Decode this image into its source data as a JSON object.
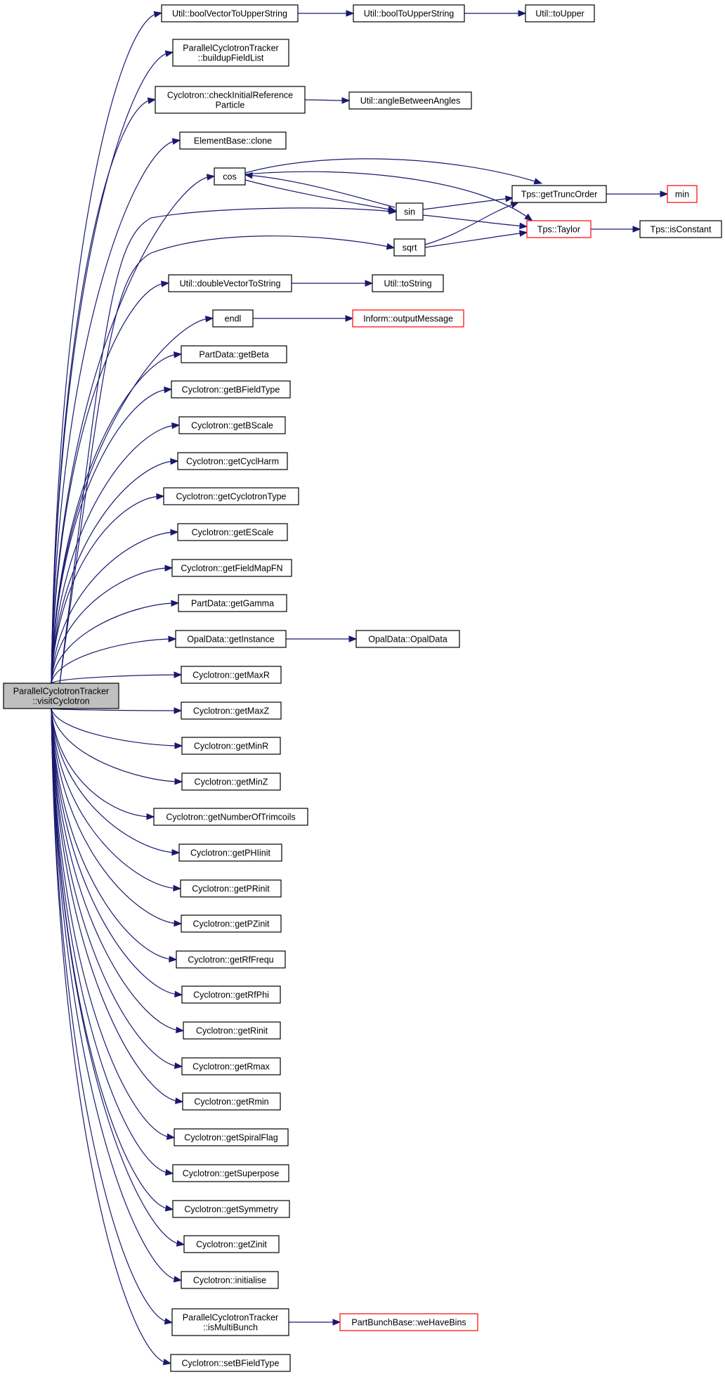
{
  "graph": {
    "colors": {
      "edge": "#191970",
      "node_border": "#000000",
      "node_border_truncated": "#ff0000",
      "node_fill": "#ffffff",
      "root_fill": "#bfbfbf"
    },
    "nodes": [
      {
        "id": "root",
        "lines": [
          "ParallelCyclotronTracker",
          "::visitCyclotron"
        ],
        "root": true
      },
      {
        "id": "bvtus",
        "lines": [
          "Util::boolVectorToUpperString"
        ]
      },
      {
        "id": "btus",
        "lines": [
          "Util::boolToUpperString"
        ]
      },
      {
        "id": "toupper",
        "lines": [
          "Util::toUpper"
        ]
      },
      {
        "id": "bfl",
        "lines": [
          "ParallelCyclotronTracker",
          "::buildupFieldList"
        ]
      },
      {
        "id": "cirp",
        "lines": [
          "Cyclotron::checkInitialReference",
          "Particle"
        ]
      },
      {
        "id": "aba",
        "lines": [
          "Util::angleBetweenAngles"
        ]
      },
      {
        "id": "clone",
        "lines": [
          "ElementBase::clone"
        ]
      },
      {
        "id": "cos",
        "lines": [
          "cos"
        ]
      },
      {
        "id": "sin",
        "lines": [
          "sin"
        ]
      },
      {
        "id": "sqrt",
        "lines": [
          "sqrt"
        ]
      },
      {
        "id": "gto",
        "lines": [
          "Tps::getTruncOrder"
        ]
      },
      {
        "id": "taylor",
        "lines": [
          "Tps::Taylor"
        ],
        "truncated": true
      },
      {
        "id": "min",
        "lines": [
          "min"
        ],
        "truncated": true
      },
      {
        "id": "isconst",
        "lines": [
          "Tps::isConstant"
        ]
      },
      {
        "id": "dvts",
        "lines": [
          "Util::doubleVectorToString"
        ]
      },
      {
        "id": "tostring",
        "lines": [
          "Util::toString"
        ]
      },
      {
        "id": "endl",
        "lines": [
          "endl"
        ]
      },
      {
        "id": "outmsg",
        "lines": [
          "Inform::outputMessage"
        ],
        "truncated": true
      },
      {
        "id": "getbeta",
        "lines": [
          "PartData::getBeta"
        ]
      },
      {
        "id": "gbft",
        "lines": [
          "Cyclotron::getBFieldType"
        ]
      },
      {
        "id": "gbs",
        "lines": [
          "Cyclotron::getBScale"
        ]
      },
      {
        "id": "gch",
        "lines": [
          "Cyclotron::getCyclHarm"
        ]
      },
      {
        "id": "gct",
        "lines": [
          "Cyclotron::getCyclotronType"
        ]
      },
      {
        "id": "ges",
        "lines": [
          "Cyclotron::getEScale"
        ]
      },
      {
        "id": "gfm",
        "lines": [
          "Cyclotron::getFieldMapFN"
        ]
      },
      {
        "id": "ggamma",
        "lines": [
          "PartData::getGamma"
        ]
      },
      {
        "id": "ginst",
        "lines": [
          "OpalData::getInstance"
        ]
      },
      {
        "id": "opaldata",
        "lines": [
          "OpalData::OpalData"
        ]
      },
      {
        "id": "gmaxr",
        "lines": [
          "Cyclotron::getMaxR"
        ]
      },
      {
        "id": "gmaxz",
        "lines": [
          "Cyclotron::getMaxZ"
        ]
      },
      {
        "id": "gminr",
        "lines": [
          "Cyclotron::getMinR"
        ]
      },
      {
        "id": "gminz",
        "lines": [
          "Cyclotron::getMinZ"
        ]
      },
      {
        "id": "gntc",
        "lines": [
          "Cyclotron::getNumberOfTrimcoils"
        ]
      },
      {
        "id": "gphi",
        "lines": [
          "Cyclotron::getPHIinit"
        ]
      },
      {
        "id": "gpr",
        "lines": [
          "Cyclotron::getPRinit"
        ]
      },
      {
        "id": "gpz",
        "lines": [
          "Cyclotron::getPZinit"
        ]
      },
      {
        "id": "grff",
        "lines": [
          "Cyclotron::getRfFrequ"
        ]
      },
      {
        "id": "grfp",
        "lines": [
          "Cyclotron::getRfPhi"
        ]
      },
      {
        "id": "grinit",
        "lines": [
          "Cyclotron::getRinit"
        ]
      },
      {
        "id": "grmax",
        "lines": [
          "Cyclotron::getRmax"
        ]
      },
      {
        "id": "grmin",
        "lines": [
          "Cyclotron::getRmin"
        ]
      },
      {
        "id": "gsf",
        "lines": [
          "Cyclotron::getSpiralFlag"
        ]
      },
      {
        "id": "gsp",
        "lines": [
          "Cyclotron::getSuperpose"
        ]
      },
      {
        "id": "gsym",
        "lines": [
          "Cyclotron::getSymmetry"
        ]
      },
      {
        "id": "gzinit",
        "lines": [
          "Cyclotron::getZinit"
        ]
      },
      {
        "id": "init",
        "lines": [
          "Cyclotron::initialise"
        ]
      },
      {
        "id": "imb",
        "lines": [
          "ParallelCyclotronTracker",
          "::isMultiBunch"
        ]
      },
      {
        "id": "whb",
        "lines": [
          "PartBunchBase::weHaveBins"
        ],
        "truncated": true
      },
      {
        "id": "sbft",
        "lines": [
          "Cyclotron::setBFieldType"
        ]
      }
    ],
    "edges": [
      {
        "from": "root",
        "to": "bvtus"
      },
      {
        "from": "bvtus",
        "to": "btus"
      },
      {
        "from": "btus",
        "to": "toupper"
      },
      {
        "from": "root",
        "to": "bfl"
      },
      {
        "from": "root",
        "to": "cirp"
      },
      {
        "from": "cirp",
        "to": "aba"
      },
      {
        "from": "root",
        "to": "clone"
      },
      {
        "from": "root",
        "to": "cos"
      },
      {
        "from": "cos",
        "to": "gto"
      },
      {
        "from": "cos",
        "to": "sin"
      },
      {
        "from": "cos",
        "to": "taylor"
      },
      {
        "from": "root",
        "to": "sin"
      },
      {
        "from": "sin",
        "to": "cos"
      },
      {
        "from": "sin",
        "to": "gto"
      },
      {
        "from": "sin",
        "to": "taylor"
      },
      {
        "from": "root",
        "to": "sqrt"
      },
      {
        "from": "sqrt",
        "to": "gto"
      },
      {
        "from": "sqrt",
        "to": "taylor"
      },
      {
        "from": "gto",
        "to": "min"
      },
      {
        "from": "taylor",
        "to": "isconst"
      },
      {
        "from": "root",
        "to": "dvts"
      },
      {
        "from": "dvts",
        "to": "tostring"
      },
      {
        "from": "root",
        "to": "endl"
      },
      {
        "from": "endl",
        "to": "outmsg"
      },
      {
        "from": "root",
        "to": "getbeta"
      },
      {
        "from": "root",
        "to": "gbft"
      },
      {
        "from": "root",
        "to": "gbs"
      },
      {
        "from": "root",
        "to": "gch"
      },
      {
        "from": "root",
        "to": "gct"
      },
      {
        "from": "root",
        "to": "ges"
      },
      {
        "from": "root",
        "to": "gfm"
      },
      {
        "from": "root",
        "to": "ggamma"
      },
      {
        "from": "root",
        "to": "ginst"
      },
      {
        "from": "ginst",
        "to": "opaldata"
      },
      {
        "from": "root",
        "to": "gmaxr"
      },
      {
        "from": "root",
        "to": "gmaxz"
      },
      {
        "from": "root",
        "to": "gminr"
      },
      {
        "from": "root",
        "to": "gminz"
      },
      {
        "from": "root",
        "to": "gntc"
      },
      {
        "from": "root",
        "to": "gphi"
      },
      {
        "from": "root",
        "to": "gpr"
      },
      {
        "from": "root",
        "to": "gpz"
      },
      {
        "from": "root",
        "to": "grff"
      },
      {
        "from": "root",
        "to": "grfp"
      },
      {
        "from": "root",
        "to": "grinit"
      },
      {
        "from": "root",
        "to": "grmax"
      },
      {
        "from": "root",
        "to": "grmin"
      },
      {
        "from": "root",
        "to": "gsf"
      },
      {
        "from": "root",
        "to": "gsp"
      },
      {
        "from": "root",
        "to": "gsym"
      },
      {
        "from": "root",
        "to": "gzinit"
      },
      {
        "from": "root",
        "to": "init"
      },
      {
        "from": "root",
        "to": "imb"
      },
      {
        "from": "imb",
        "to": "whb"
      },
      {
        "from": "root",
        "to": "sbft"
      }
    ]
  }
}
